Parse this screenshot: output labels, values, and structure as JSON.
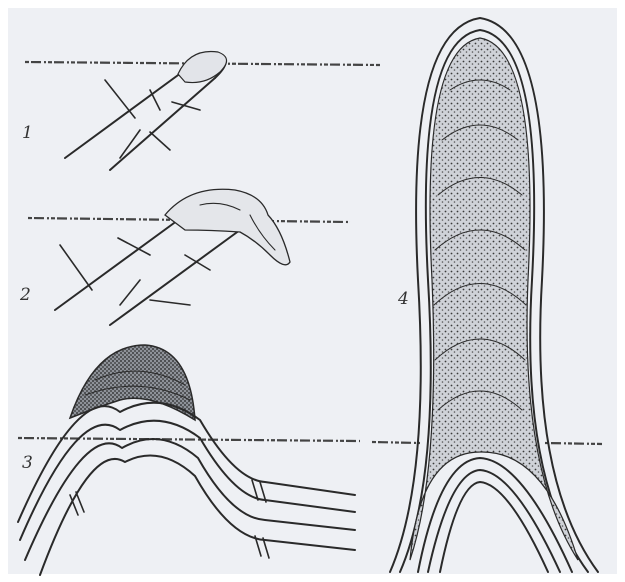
{
  "figure": {
    "background": "#eef0f4",
    "ink_color": "#2a2a2a",
    "panels": [
      {
        "id": "1",
        "label": "1"
      },
      {
        "id": "2",
        "label": "2"
      },
      {
        "id": "3",
        "label": "3"
      },
      {
        "id": "4",
        "label": "4"
      }
    ]
  }
}
